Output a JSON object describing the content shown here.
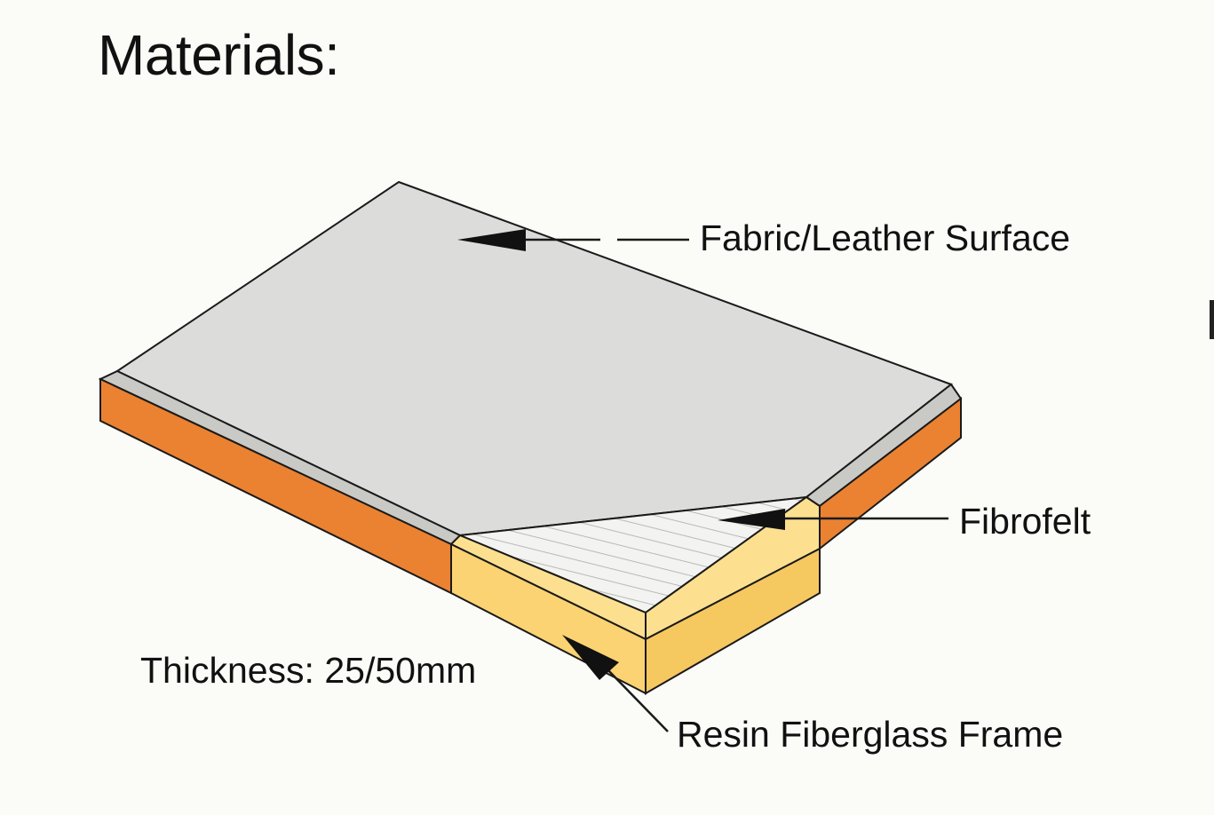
{
  "title": "Materials:",
  "labels": {
    "surface": "Fabric/Leather Surface",
    "fibrofelt": "Fibrofelt",
    "frame": "Resin Fiberglass Frame",
    "thickness": "Thickness: 25/50mm"
  },
  "colors": {
    "background": "#fbfbf8",
    "surface": "#dcdcda",
    "surface_bevel": "#c9c9c6",
    "frame_side_orange": "#ea8232",
    "frame_cut_yellow": "#fbd372",
    "frame_cut_yellow_top": "#fde08f",
    "fibrofelt": "#f2f2f0",
    "outline": "#1a1a1a"
  }
}
